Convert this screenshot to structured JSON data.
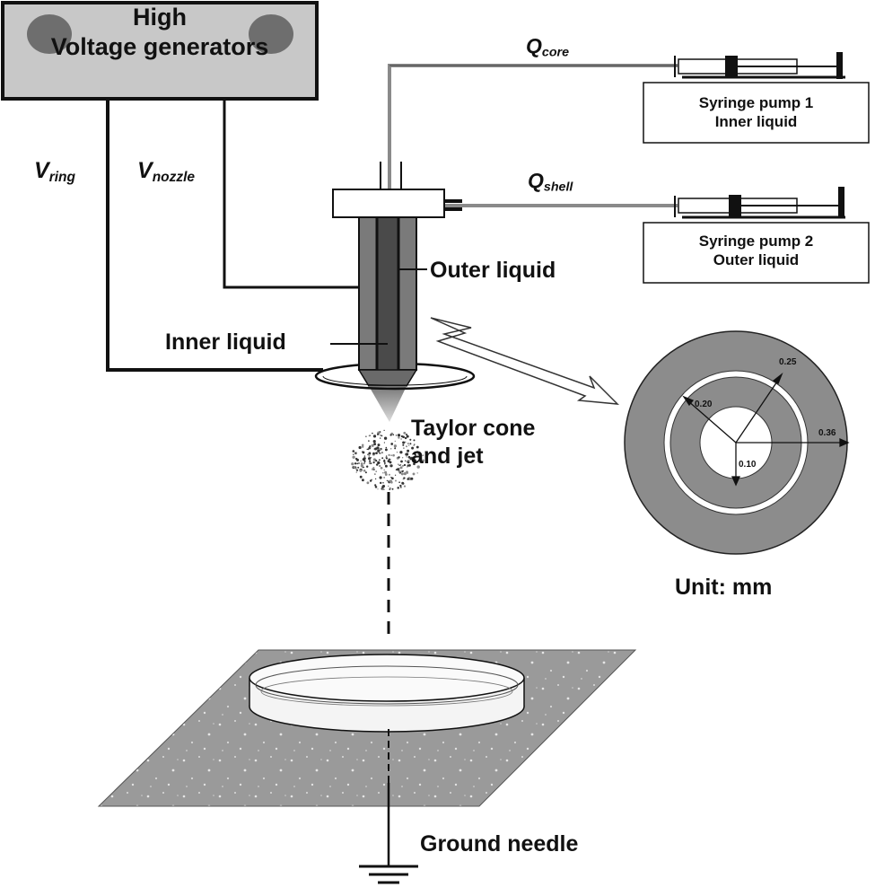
{
  "generator": {
    "line1": "High",
    "line2": "Voltage generators"
  },
  "labels": {
    "v_ring": "V",
    "v_ring_sub": "ring",
    "v_nozzle": "V",
    "v_nozzle_sub": "nozzle",
    "q_core": "Q",
    "q_core_sub": "core",
    "q_shell": "Q",
    "q_shell_sub": "shell",
    "outer_liquid": "Outer liquid",
    "inner_liquid": "Inner liquid",
    "taylor_line1": "Taylor cone",
    "taylor_line2": "and jet",
    "unit": "Unit: mm",
    "ground": "Ground needle"
  },
  "pumps": [
    {
      "line1": "Syringe pump 1",
      "line2": "Inner liquid"
    },
    {
      "line1": "Syringe pump 2",
      "line2": "Outer liquid"
    }
  ],
  "cross_section": {
    "dims": [
      "0.25",
      "0.20",
      "0.36",
      "0.10"
    ]
  },
  "colors": {
    "generator_fill": "#c8c8c8",
    "knob": "#6e6e6e",
    "nozzle_outer": "#7a7a7a",
    "nozzle_inner": "#4a4a4a",
    "ring_gray": "#8c8c8c",
    "plate": "#9a9a9a",
    "line": "#111111"
  }
}
